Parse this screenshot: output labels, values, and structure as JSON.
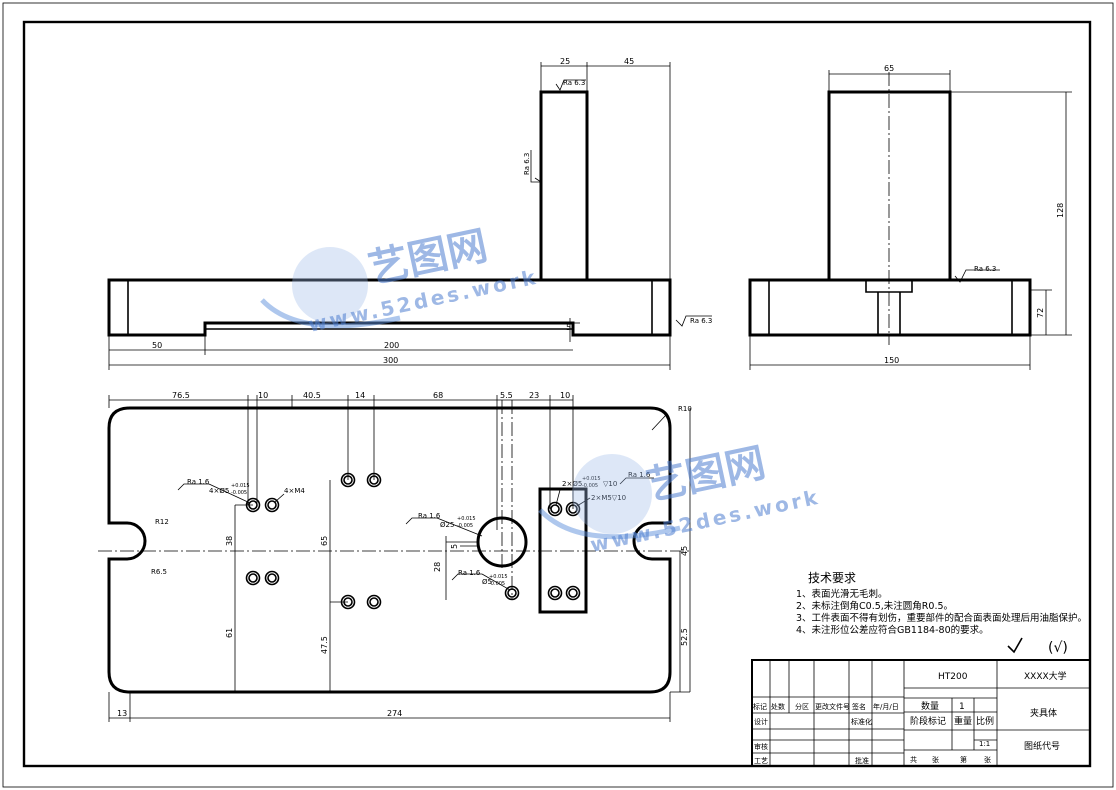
{
  "dims": {
    "front": {
      "d25": "25",
      "d45": "45",
      "d5": "5",
      "d50": "50",
      "d200": "200",
      "d300": "300"
    },
    "side": {
      "d65": "65",
      "d128": "128",
      "d72": "72",
      "d150": "150"
    },
    "top": {
      "d76_5": "76.5",
      "d10a": "10",
      "d40_5": "40.5",
      "d14": "14",
      "d68": "68",
      "d5_5": "5.5",
      "d23": "23",
      "d10b": "10",
      "d38": "38",
      "d65": "65",
      "d5": "5",
      "d28": "28",
      "d45": "45",
      "d61": "61",
      "d47_5": "47.5",
      "d52_5": "52.5",
      "d13": "13",
      "d274": "274",
      "r10": "R10",
      "r12": "R12",
      "r6_5": "R6.5"
    }
  },
  "roughness": {
    "ra63": "Ra 6.3",
    "ra16": "Ra 1.6"
  },
  "callouts": {
    "holes4": "4×Ø5",
    "tol4_top": "+0.015",
    "tol4_bot": "-0.005",
    "m4": "4×M4",
    "bore": "Ø25",
    "bore_top": "+0.015",
    "bore_bot": "-0.005",
    "pin": "Ø5",
    "pin_top": "+0.015",
    "pin_bot": "-0.005",
    "holes2": "2×Ø5",
    "tol2_top": "+0.015",
    "tol2_bot": "-0.005",
    "tol2_mid": "▽10",
    "m5": "2×M5▽10"
  },
  "tech": {
    "title": "技术要求",
    "items": [
      "1、表面光滑无毛刺。",
      "2、未标注倒角C0.5,未注圆角R0.5。",
      "3、工件表面不得有划伤，重要部件的配合面表面处理后用油脂保护。",
      "4、未注形位公差应符合GB1184-80的要求。"
    ],
    "rough_mark": "(√)"
  },
  "titleblock": {
    "material": "HT200",
    "school": "XXXX大学",
    "qty_label": "数量",
    "qty_value": "1",
    "part_name": "夹具体",
    "stage_label": "阶段标记",
    "weight_label": "重量",
    "scale_label": "比例",
    "scale_value": "1:1",
    "drawing_no": "图纸代号",
    "mark": "标记",
    "count": "处数",
    "zone": "分区",
    "change_doc": "更改文件号",
    "sign": "签名",
    "date": "年/月/日",
    "design": "设计",
    "standard": "标准化",
    "review": "审核",
    "process": "工艺",
    "approve": "批准",
    "total": "共",
    "sheets": "张",
    "page": "第",
    "sheet2": "张"
  },
  "watermark": {
    "brand": "艺图网",
    "url": "www.52des.work"
  }
}
